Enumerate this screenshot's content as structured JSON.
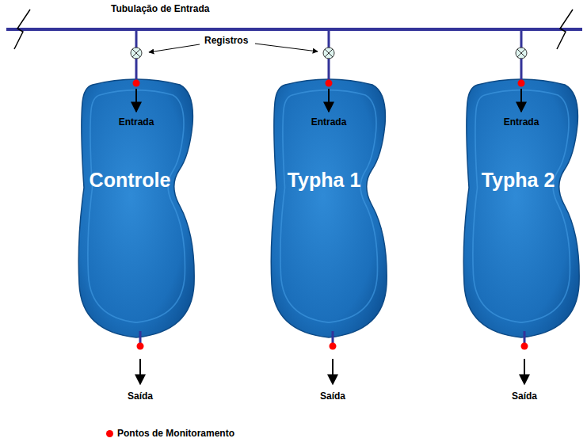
{
  "diagram": {
    "nodes": [
      {
        "text": [
          "Entrada",
          "Controle"
        ]
      },
      {
        "text": [
          "Entrada",
          "Typha 1"
        ]
      },
      {
        "text": [
          "Entrada",
          "Typha 2"
        ]
      }
    ],
    "labels": [
      "Tubulação de Entrada",
      "Registros",
      "Saída",
      "Saída",
      "Saída"
    ],
    "legend": [
      {
        "text": "Pontos de Monitoramento",
        "color": "#ff0000"
      }
    ]
  }
}
